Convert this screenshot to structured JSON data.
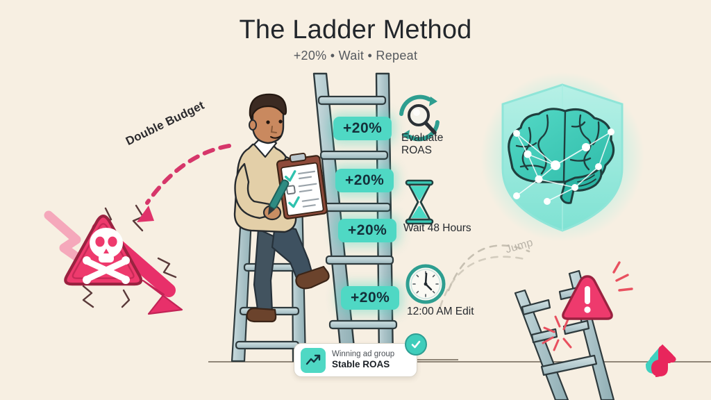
{
  "background_color": "#F7EFE2",
  "accent_teal": "#4FD8C4",
  "accent_crimson": "#E8306A",
  "header": {
    "title": "The Ladder Method",
    "subtitle": "+20% • Wait • Repeat"
  },
  "ladder": {
    "badges": [
      {
        "label": "+20%"
      },
      {
        "label": "+20%"
      },
      {
        "label": "+20%"
      },
      {
        "label": "+20%"
      }
    ]
  },
  "steps": [
    {
      "icon": "evaluate-roas-icon",
      "label": "Evaluate\nROAS"
    },
    {
      "icon": "hourglass-icon",
      "label": "Wait 48 Hours"
    },
    {
      "icon": "clock-icon",
      "label": "12:00 AM Edit"
    }
  ],
  "annotations": {
    "double_budget": "Double Budget",
    "jump": "Jump"
  },
  "result_card": {
    "icon": "trending-up-icon",
    "title": "Winning ad group",
    "value": "Stable ROAS",
    "status_icon": "check-circle-icon"
  },
  "icons": {
    "skull_warning": "skull-crossbones-warning-icon",
    "brain_shield": "brain-shield-icon",
    "broken_ladder_warning": "exclamation-warning-icon",
    "brand": "tiktok-logo-icon"
  }
}
